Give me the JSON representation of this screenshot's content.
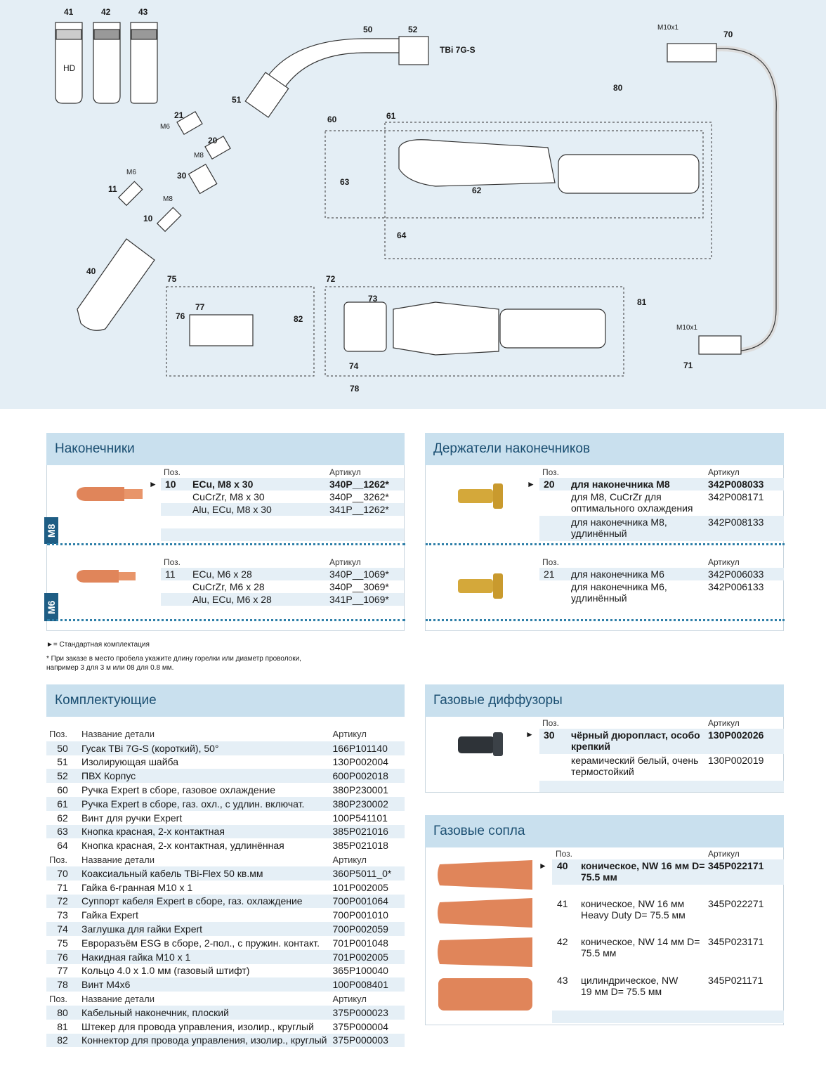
{
  "diagram": {
    "callouts": [
      "41",
      "42",
      "43",
      "50",
      "52",
      "51",
      "21",
      "20",
      "30",
      "11",
      "10",
      "40",
      "60",
      "61",
      "63",
      "62",
      "64",
      "75",
      "76",
      "77",
      "82",
      "72",
      "73",
      "74",
      "78",
      "70",
      "80",
      "81",
      "71"
    ],
    "thread_labels": [
      "M6",
      "M8",
      "M6",
      "M8",
      "M10x1",
      "M10x1"
    ],
    "hd_label": "HD",
    "model_label": "TBi 7G-S"
  },
  "tips": {
    "title": "Наконечники",
    "hdr_pos": "Поз.",
    "hdr_art": "Артикул",
    "m8_tab": "M8",
    "m6_tab": "M6",
    "m8_rows": [
      {
        "pos": "10",
        "name": "ECu, M8 x 30",
        "art": "340P__1262*",
        "bold": true
      },
      {
        "pos": "",
        "name": "CuCrZr, M8 x 30",
        "art": "340P__3262*",
        "bold": false
      },
      {
        "pos": "",
        "name": "Alu, ECu, M8 x 30",
        "art": "341P__1262*",
        "bold": false
      }
    ],
    "m6_rows": [
      {
        "pos": "11",
        "name": "ECu, M6 x 28",
        "art": "340P__1069*"
      },
      {
        "pos": "",
        "name": "CuCrZr, M6 x 28",
        "art": "340P__3069*"
      },
      {
        "pos": "",
        "name": "Alu, ECu, M6 x 28",
        "art": "341P__1069*"
      }
    ]
  },
  "holders": {
    "title": "Держатели наконечников",
    "hdr_pos": "Поз.",
    "hdr_art": "Артикул",
    "m8_rows": [
      {
        "pos": "20",
        "name": "для наконечника M8",
        "art": "342P008033"
      },
      {
        "pos": "",
        "name": "для M8, CuCrZr для оптимального охлаждения",
        "art": "342P008171"
      },
      {
        "pos": "",
        "name": "для наконечника M8, удлинённый",
        "art": "342P008133"
      }
    ],
    "m6_rows": [
      {
        "pos": "21",
        "name": "для наконечника M6",
        "art": "342P006033"
      },
      {
        "pos": "",
        "name": "для наконечника M6, удлинённый",
        "art": "342P006133"
      }
    ]
  },
  "notes": {
    "standard": "= Стандартная комплектация",
    "order_1": "* При заказе в место пробела укажите длину горелки или диаметр проволоки,",
    "order_2": "например 3 для 3 м или 08 для 0.8 мм."
  },
  "components": {
    "title": "Комплектующие",
    "hdr_pos": "Поз.",
    "hdr_name": "Название детали",
    "hdr_art": "Артикул",
    "group1": [
      {
        "pos": "50",
        "name": "Гусак TBi 7G-S (короткий), 50°",
        "art": "166P101140"
      },
      {
        "pos": "51",
        "name": "Изолирующая шайба",
        "art": "130P002004"
      },
      {
        "pos": "52",
        "name": "ПВХ Корпус",
        "art": "600P002018"
      },
      {
        "pos": "60",
        "name": "Ручка Expert в сборе, газовое охлаждение",
        "art": "380P230001"
      },
      {
        "pos": "61",
        "name": "Ручка Expert в сборе, газ. охл., с удлин. включат.",
        "art": "380P230002"
      },
      {
        "pos": "62",
        "name": "Винт для ручки Expert",
        "art": "100P541101"
      },
      {
        "pos": "63",
        "name": "Кнопка красная, 2-х контактная",
        "art": "385P021016"
      },
      {
        "pos": "64",
        "name": "Кнопка красная, 2-х контактная, удлинённая",
        "art": "385P021018"
      }
    ],
    "group2": [
      {
        "pos": "70",
        "name": "Коаксиальный кабель TBi-Flex 50 кв.мм",
        "art": "360P5011_0*"
      },
      {
        "pos": "71",
        "name": "Гайка 6-гранная M10 x 1",
        "art": "101P002005"
      },
      {
        "pos": "72",
        "name": "Суппорт кабеля Expert в сборе, газ. охлаждение",
        "art": "700P001064"
      },
      {
        "pos": "73",
        "name": "Гайка Expert",
        "art": "700P001010"
      },
      {
        "pos": "74",
        "name": "Заглушка для гайки Expert",
        "art": "700P002059"
      },
      {
        "pos": "75",
        "name": "Евроразъём ESG в сборе, 2-пол., с пружин. контакт.",
        "art": "701P001048"
      },
      {
        "pos": "76",
        "name": "Накидная гайка M10 x 1",
        "art": "701P002005"
      },
      {
        "pos": "77",
        "name": "Кольцо 4.0 x 1.0 мм (газовый штифт)",
        "art": "365P100040"
      },
      {
        "pos": "78",
        "name": "Винт M4x6",
        "art": "100P008401"
      }
    ],
    "group3": [
      {
        "pos": "80",
        "name": "Кабельный наконечник, плоский",
        "art": "375P000023"
      },
      {
        "pos": "81",
        "name": "Штекер для провода управления, изолир., круглый",
        "art": "375P000004"
      },
      {
        "pos": "82",
        "name": "Коннектор для провода управления, изолир., круглый",
        "art": "375P000003"
      }
    ]
  },
  "diffusers": {
    "title": "Газовые диффузоры",
    "hdr_pos": "Поз.",
    "hdr_art": "Артикул",
    "rows": [
      {
        "pos": "30",
        "name": "чёрный дюропласт, особо крепкий",
        "art": "130P002026"
      },
      {
        "pos": "",
        "name": "керамический белый, очень термостойкий",
        "art": "130P002019"
      }
    ]
  },
  "nozzles": {
    "title": "Газовые сопла",
    "hdr_pos": "Поз.",
    "hdr_art": "Артикул",
    "rows": [
      {
        "pos": "40",
        "name": "коническое, NW 16 мм D= 75.5 мм",
        "art": "345P022171"
      },
      {
        "pos": "41",
        "name": "коническое, NW 16 мм Heavy Duty D= 75.5 мм",
        "art": "345P022271"
      },
      {
        "pos": "42",
        "name": "коническое, NW 14 мм D= 75.5 мм",
        "art": "345P023171"
      },
      {
        "pos": "43",
        "name": "цилиндрическое, NW 19 мм D= 75.5 мм",
        "art": "345P021171"
      }
    ]
  },
  "colors": {
    "header_bg": "#c9e0ee",
    "header_text": "#1b4f72",
    "stripe": "#e5eff6",
    "tab": "#1e5d84",
    "copper": "#e0855a",
    "brass": "#d4a83a"
  }
}
